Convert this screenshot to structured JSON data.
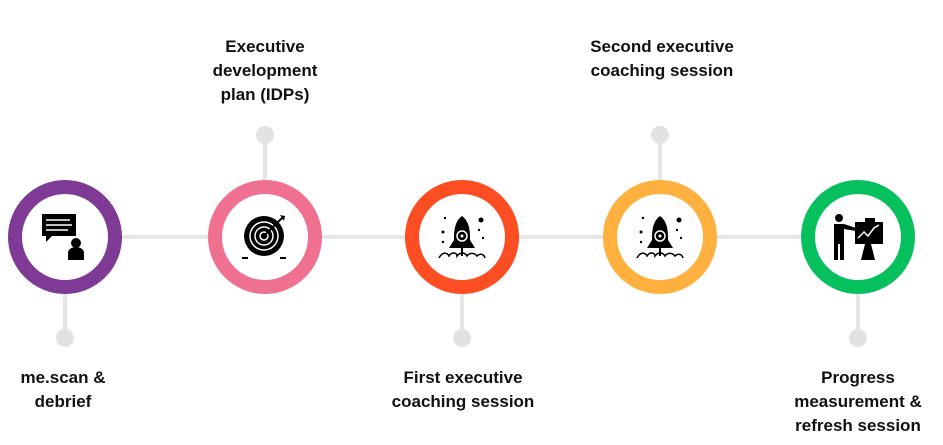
{
  "steps": [
    {
      "label_lines": [
        "me.scan &",
        "debrief"
      ],
      "color": "#7f3a96",
      "icon": "presentation-speech-icon"
    },
    {
      "label_lines": [
        "Executive",
        "development",
        "plan (IDPs)"
      ],
      "color": "#f07092",
      "icon": "target-icon"
    },
    {
      "label_lines": [
        "First executive",
        "coaching session"
      ],
      "color": "#fd4d23",
      "icon": "rocket-icon"
    },
    {
      "label_lines": [
        "Second executive",
        "coaching session"
      ],
      "color": "#feb13f",
      "icon": "rocket-icon"
    },
    {
      "label_lines": [
        "Progress",
        "measurement &",
        "refresh session"
      ],
      "color": "#06bf5d",
      "icon": "presenter-chart-icon"
    }
  ]
}
